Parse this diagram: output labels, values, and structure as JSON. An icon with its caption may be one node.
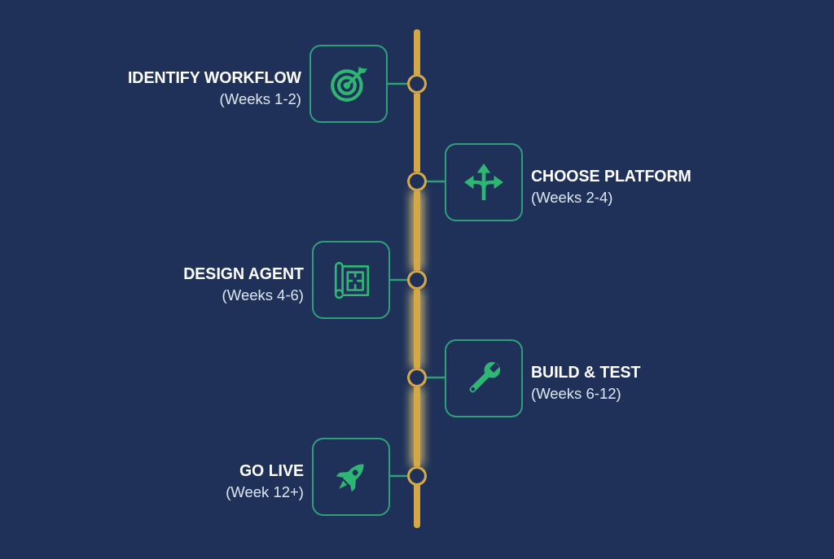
{
  "diagram": {
    "nodes": [
      {
        "text": [
          "IDENTIFY WORKFLOW",
          "(Weeks 1-2)"
        ]
      },
      {
        "text": [],
        "shape": "circle"
      },
      {
        "text": [],
        "shape": "circle"
      },
      {
        "text": [
          "CHOOSE PLATFORM",
          "(Weeks 2-4)"
        ]
      },
      {
        "text": [
          "DESIGN AGENT",
          "(Weeks 4-6)"
        ]
      },
      {
        "text": [],
        "shape": "circle"
      },
      {
        "text": [],
        "shape": "circle"
      },
      {
        "text": [
          "BUILD & TEST",
          "(Weeks 6-12)"
        ]
      },
      {
        "text": [
          "GO LIVE",
          "(Week 12+)"
        ]
      },
      {
        "text": [],
        "shape": "circle"
      }
    ],
    "edges": [
      {
        "from": 1,
        "to": 0,
        "arrow": "none"
      },
      {
        "from": 1,
        "to": 2,
        "arrow": "none",
        "style": "thick",
        "color": "#d4a847"
      },
      {
        "from": 2,
        "to": 3,
        "arrow": "none"
      },
      {
        "from": 2,
        "to": 5,
        "arrow": "none",
        "style": "thick",
        "color": "#d4a847"
      },
      {
        "from": 5,
        "to": 4,
        "arrow": "none"
      },
      {
        "from": 5,
        "to": 6,
        "arrow": "none",
        "style": "thick",
        "color": "#d4a847"
      },
      {
        "from": 6,
        "to": 7,
        "arrow": "none"
      },
      {
        "from": 6,
        "to": 9,
        "arrow": "none",
        "style": "thick",
        "color": "#d4a847"
      },
      {
        "from": 9,
        "to": 8,
        "arrow": "none"
      }
    ]
  }
}
